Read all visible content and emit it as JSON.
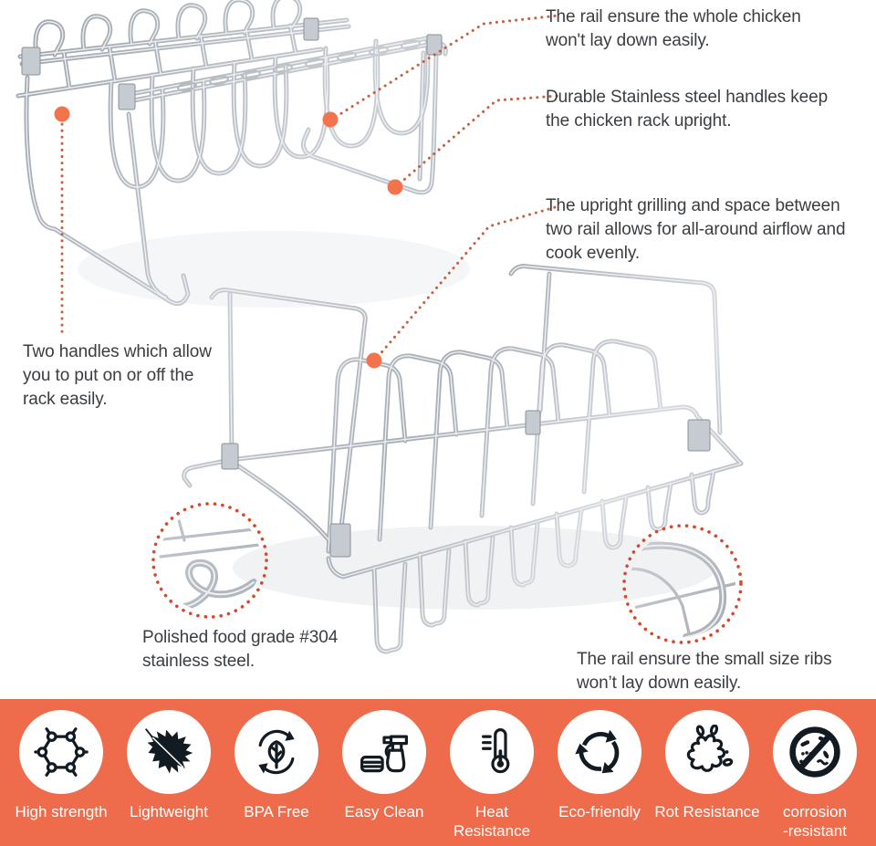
{
  "callouts": {
    "rail_whole_chicken": {
      "text": "The rail ensure the whole chicken\nwon't lay down easily."
    },
    "handles_upright": {
      "text": "Durable Stainless steel handles keep\nthe chicken rack upright."
    },
    "upright_airflow": {
      "text": "The upright grilling and space between\ntwo rail allows for all-around airflow and\ncook evenly."
    },
    "two_handles": {
      "text": "Two handles which allow\nyou to put on or off the\nrack easily."
    },
    "polished_steel": {
      "text": "Polished food grade #304\nstainless steel."
    },
    "rail_small_ribs": {
      "text": "The rail ensure the small size ribs\nwon’t lay down easily."
    }
  },
  "features": [
    {
      "label": "High strength",
      "icon": "molecule"
    },
    {
      "label": "Lightweight",
      "icon": "feather"
    },
    {
      "label": "BPA Free",
      "icon": "leaf-cycle"
    },
    {
      "label": "Easy Clean",
      "icon": "spray-bottle"
    },
    {
      "label": "Heat Resistance",
      "icon": "thermometer"
    },
    {
      "label": "Eco-friendly",
      "icon": "recycle"
    },
    {
      "label": "Rot Resistance",
      "icon": "splat"
    },
    {
      "label": "corrosion\n-resistant",
      "icon": "no-bacteria"
    }
  ],
  "colors": {
    "band": "#EE6C4B",
    "callout_dot": "#F3744C",
    "leader_line": "#C4623F",
    "inset_circle_dots": "#D6482B",
    "text": "#3A3D41",
    "icon": "#131B22",
    "steel_light": "#d2d6db",
    "steel_dark": "#8f969f"
  }
}
